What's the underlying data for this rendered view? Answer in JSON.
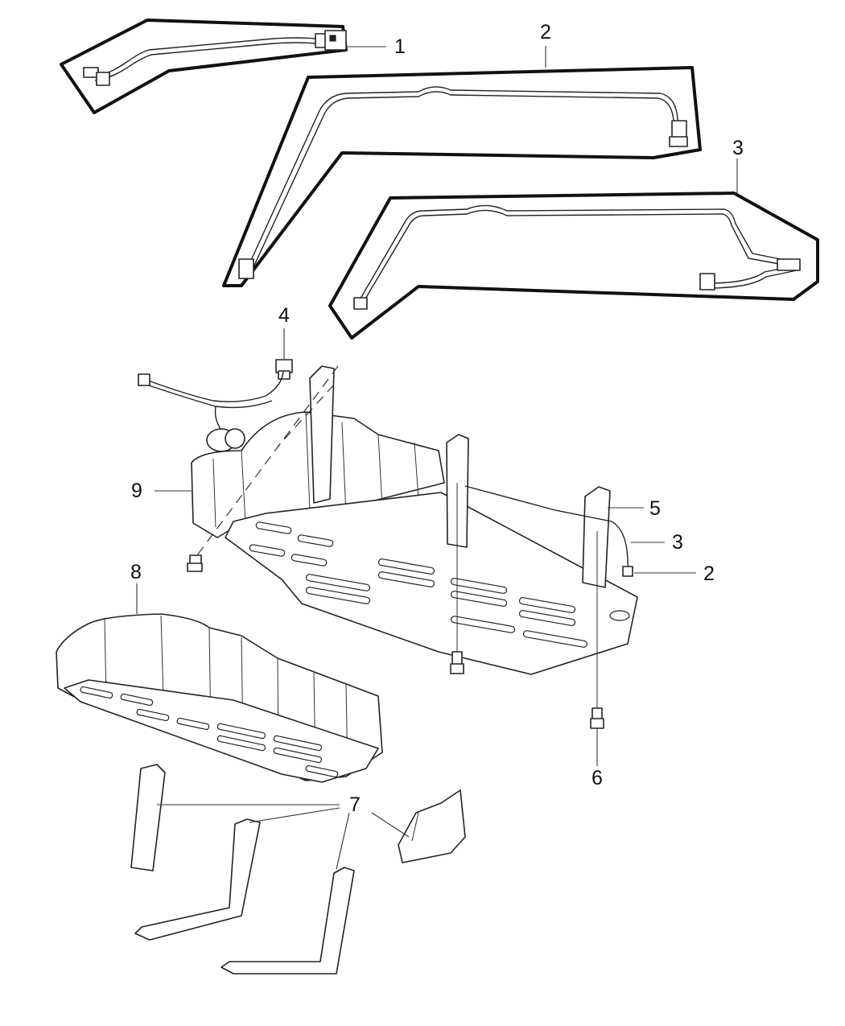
{
  "callouts": [
    {
      "id": "c1",
      "label": "1"
    },
    {
      "id": "c2a",
      "label": "2"
    },
    {
      "id": "c3a",
      "label": "3"
    },
    {
      "id": "c4",
      "label": "4"
    },
    {
      "id": "c5",
      "label": "5"
    },
    {
      "id": "c3b",
      "label": "3"
    },
    {
      "id": "c2b",
      "label": "2"
    },
    {
      "id": "c9",
      "label": "9"
    },
    {
      "id": "c8",
      "label": "8"
    },
    {
      "id": "c6",
      "label": "6"
    },
    {
      "id": "c7",
      "label": "7"
    }
  ],
  "colors": {
    "line": "#222222",
    "background": "#ffffff"
  }
}
